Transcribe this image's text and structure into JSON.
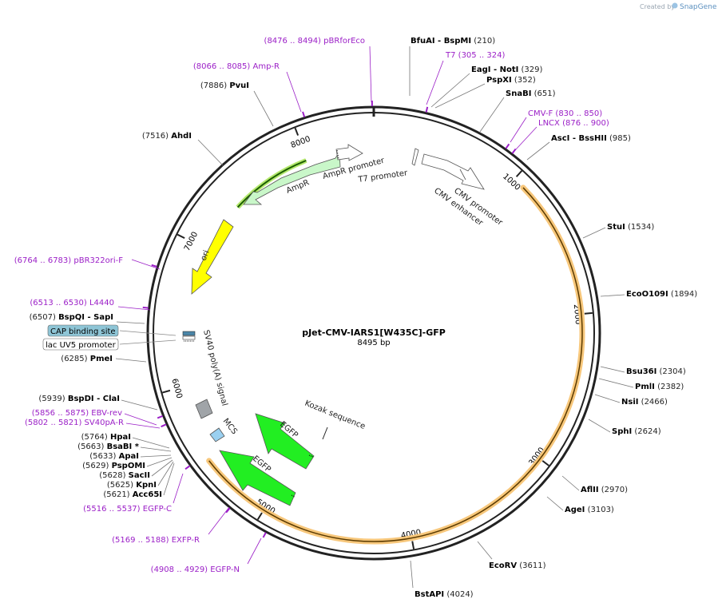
{
  "credit": {
    "prefix": "Created by",
    "brand": "SnapGene"
  },
  "plasmid": {
    "name": "pJet-CMV-IARS1[W435C]-GFP",
    "size_label": "8495 bp",
    "length": 8495
  },
  "tick_labels": [
    "1000",
    "2000",
    "3000",
    "4000",
    "5000",
    "6000",
    "7000",
    "8000"
  ],
  "features": [
    {
      "key": "ampr_promoter",
      "label": "AmpR promoter"
    },
    {
      "key": "ampr",
      "label": "AmpR"
    },
    {
      "key": "t7_promoter",
      "label": "T7 promoter"
    },
    {
      "key": "cmv_promoter",
      "label": "CMV promoter"
    },
    {
      "key": "cmv_enhancer",
      "label": "CMV enhancer"
    },
    {
      "key": "ori",
      "label": "ori"
    },
    {
      "key": "sv40pa",
      "label": "SV40 poly(A) signal"
    },
    {
      "key": "kozak",
      "label": "Kozak sequence"
    },
    {
      "key": "egfp1",
      "label": "EGFP"
    },
    {
      "key": "egfp2",
      "label": "EGFP"
    },
    {
      "key": "mcs",
      "label": "MCS"
    }
  ],
  "boxed_features": [
    {
      "key": "cap",
      "label": "CAP binding site",
      "fill": "#8ec5d6"
    },
    {
      "key": "lacuv5",
      "label": "lac UV5 promoter",
      "fill": "#ffffff"
    }
  ],
  "enzymes_right": [
    {
      "key": "bfuai",
      "name": "BfuAI",
      "sep": "-",
      "name2": "BspMI",
      "pos": "(210)"
    },
    {
      "key": "eagi",
      "name": "EagI",
      "sep": "-",
      "name2": "NotI",
      "pos": "(329)"
    },
    {
      "key": "pspxi",
      "name": "PspXI",
      "pos": "(352)"
    },
    {
      "key": "snabi",
      "name": "SnaBI",
      "pos": "(651)"
    },
    {
      "key": "asci",
      "name": "AscI",
      "sep": "-",
      "name2": "BssHII",
      "pos": "(985)"
    },
    {
      "key": "stui",
      "name": "StuI",
      "pos": "(1534)"
    },
    {
      "key": "ecoo109i",
      "name": "EcoO109I",
      "pos": "(1894)"
    },
    {
      "key": "bsu36i",
      "name": "Bsu36I",
      "pos": "(2304)"
    },
    {
      "key": "pmli",
      "name": "PmlI",
      "pos": "(2382)"
    },
    {
      "key": "nsii",
      "name": "NsiI",
      "pos": "(2466)"
    },
    {
      "key": "sphi",
      "name": "SphI",
      "pos": "(2624)"
    },
    {
      "key": "aflii",
      "name": "AflII",
      "pos": "(2970)"
    },
    {
      "key": "agei",
      "name": "AgeI",
      "pos": "(3103)"
    },
    {
      "key": "ecorv",
      "name": "EcoRV",
      "pos": "(3611)"
    },
    {
      "key": "bstapi",
      "name": "BstAPI",
      "pos": "(4024)"
    }
  ],
  "enzymes_left": [
    {
      "key": "pvui",
      "name": "PvuI",
      "pos": "(7886)"
    },
    {
      "key": "ahdi",
      "name": "AhdI",
      "pos": "(7516)"
    },
    {
      "key": "bspqi",
      "name": "BspQI",
      "sep": "-",
      "name2": "SapI",
      "pos": "(6507)"
    },
    {
      "key": "pmei",
      "name": "PmeI",
      "pos": "(6285)"
    },
    {
      "key": "bspdi",
      "name": "BspDI",
      "sep": "-",
      "name2": "ClaI",
      "pos": "(5939)"
    },
    {
      "key": "hpai",
      "name": "HpaI",
      "pos": "(5764)"
    },
    {
      "key": "bsabi",
      "name": "BsaBI",
      "mark": "*",
      "pos": "(5663)"
    },
    {
      "key": "apai",
      "name": "ApaI",
      "pos": "(5633)"
    },
    {
      "key": "pspomi",
      "name": "PspOMI",
      "pos": "(5629)"
    },
    {
      "key": "sacii",
      "name": "SacII",
      "pos": "(5628)"
    },
    {
      "key": "kpni",
      "name": "KpnI",
      "pos": "(5625)"
    },
    {
      "key": "acc65i",
      "name": "Acc65I",
      "pos": "(5621)"
    }
  ],
  "primers": [
    {
      "key": "pbrforeco",
      "range": "(8476 .. 8494)",
      "name": "pBRforEco"
    },
    {
      "key": "ampr_primer",
      "range": "(8066 .. 8085)",
      "name": "Amp-R"
    },
    {
      "key": "t7",
      "name": "T7",
      "range": "(305 .. 324)"
    },
    {
      "key": "cmvf",
      "name": "CMV-F",
      "range": "(830 .. 850)"
    },
    {
      "key": "lncx",
      "name": "LNCX",
      "range": "(876 .. 900)"
    },
    {
      "key": "pbr322ori",
      "range": "(6764 .. 6783)",
      "name": "pBR322ori-F"
    },
    {
      "key": "l4440",
      "range": "(6513 .. 6530)",
      "name": "L4440"
    },
    {
      "key": "ebvrev",
      "range": "(5856 .. 5875)",
      "name": "EBV-rev"
    },
    {
      "key": "sv40par",
      "range": "(5802 .. 5821)",
      "name": "SV40pA-R"
    },
    {
      "key": "egfpc",
      "range": "(5516 .. 5537)",
      "name": "EGFP-C"
    },
    {
      "key": "exfpr",
      "range": "(5169 .. 5188)",
      "name": "EXFP-R"
    },
    {
      "key": "egfpn",
      "range": "(4908 .. 4929)",
      "name": "EGFP-N"
    }
  ],
  "colors": {
    "primer": "#9b1fc7",
    "egfp": "#22ee22",
    "ampr": "#c9f7c9",
    "ori": "#ffff00",
    "insert_highlight": "#f7c77b",
    "backbone": "#222222"
  }
}
